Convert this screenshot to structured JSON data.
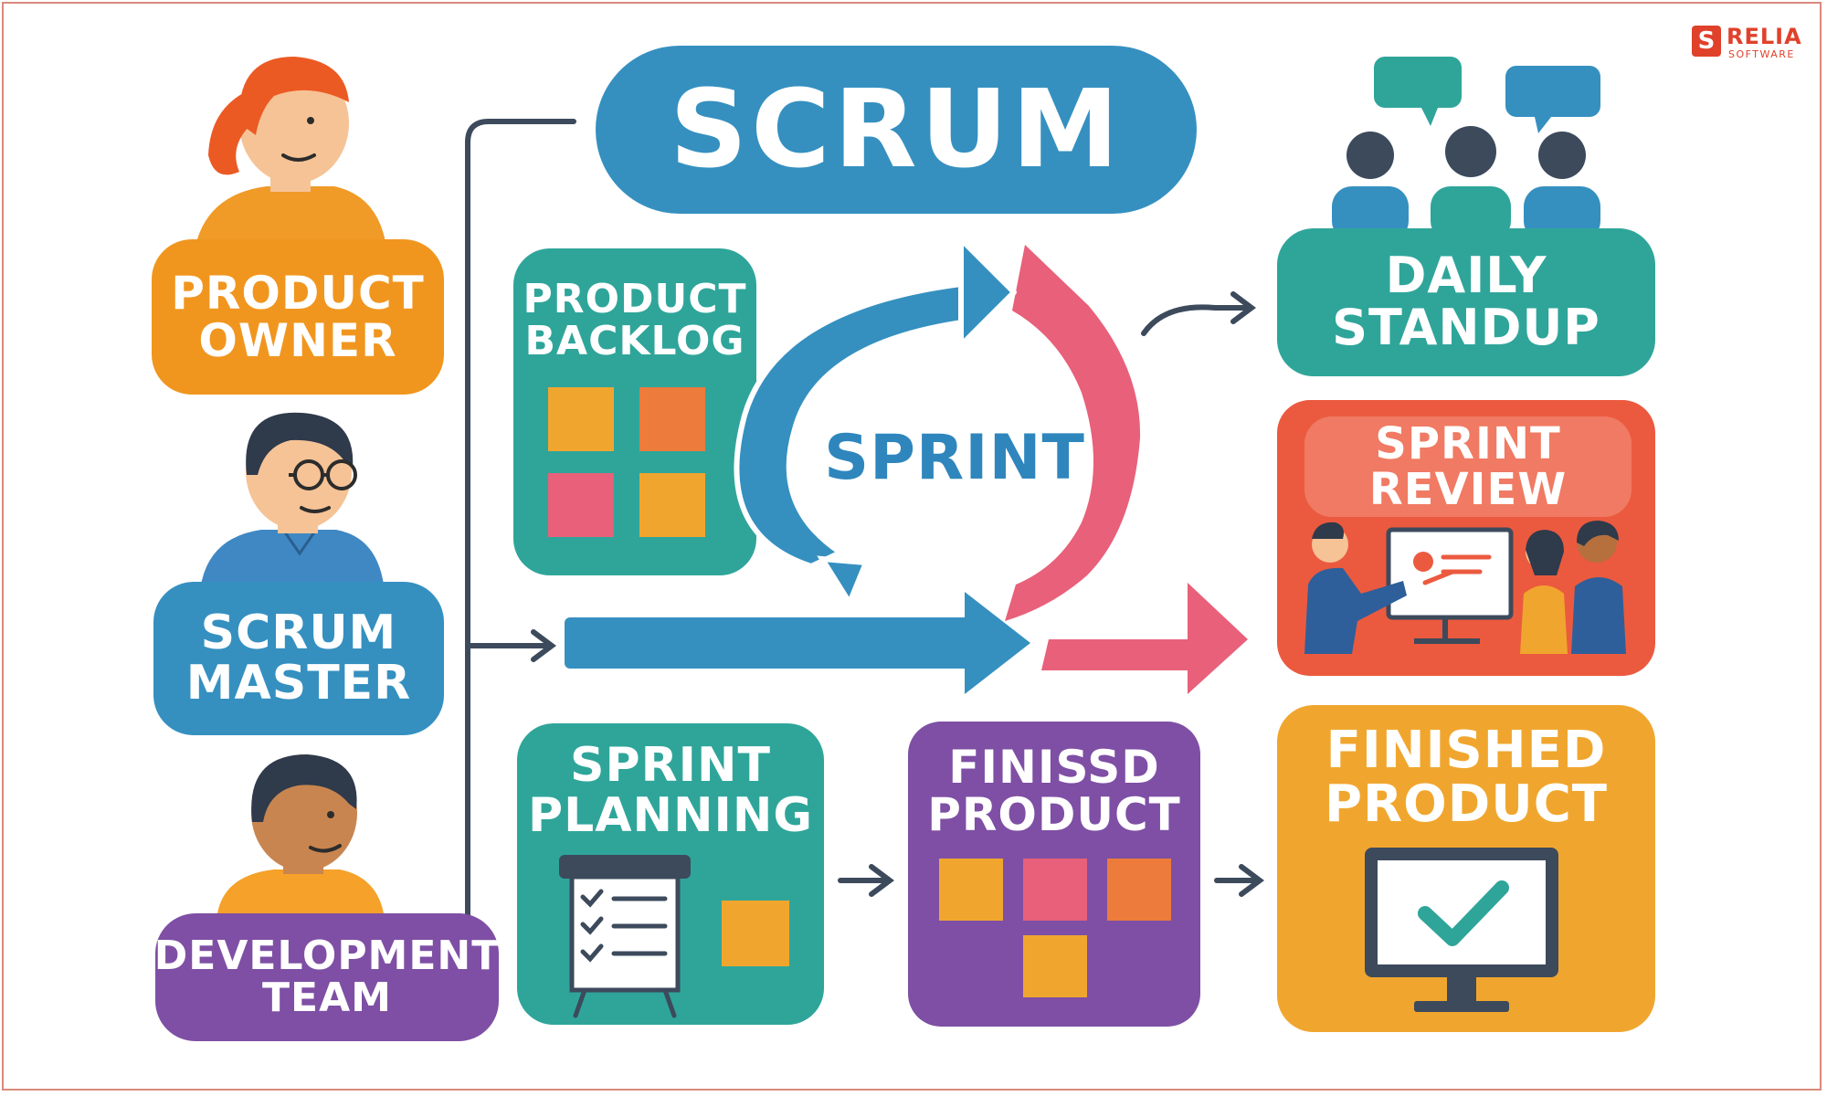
{
  "logo": {
    "mark": "S",
    "name": "RELIA",
    "tagline": "SOFTWARE"
  },
  "title": "SCRUM",
  "roles": {
    "product_owner": "PRODUCT\nOWNER",
    "scrum_master": "SCRUM\nMASTER",
    "development_team": "DEVELOPMENT\nTEAM"
  },
  "product_backlog": "PRODUCT\nBACKLOG",
  "sprint": "SPRINT",
  "daily_standup": "DAILY\nSTANDUP",
  "sprint_review": "SPRINT\nREVIEW",
  "sprint_planning": "SPRINT\nPLANNING",
  "finissd_product": "FINISSD\nPRODUCT",
  "finished_product": "FINISHED\nPRODUCT",
  "colors": {
    "orange": "#f0961f",
    "blue": "#3590c0",
    "purple": "#7e4fa4",
    "teal": "#2fa59a",
    "red": "#eb5a3f",
    "amber": "#f0a62e",
    "pink": "#e8607a",
    "line": "#3c4a5c"
  }
}
